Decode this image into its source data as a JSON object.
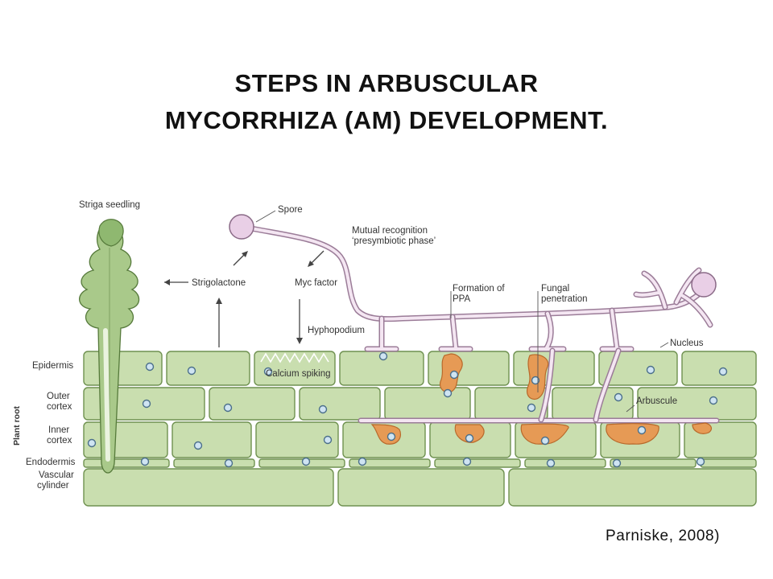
{
  "title": {
    "line1": "STEPS IN ARBUSCULAR",
    "line2": "MYCORRHIZA (AM) DEVELOPMENT."
  },
  "citation": "Parniske, 2008)",
  "diagram": {
    "labels": {
      "striga_seedling": "Striga seedling",
      "spore": "Spore",
      "mutual_recognition_1": "Mutual recognition",
      "mutual_recognition_2": "‘presymbiotic phase’",
      "strigolactone": "Strigolactone",
      "myc_factor": "Myc factor",
      "hyphopodium": "Hyphopodium",
      "formation_ppa_1": "Formation of",
      "formation_ppa_2": "PPA",
      "fungal_penetration_1": "Fungal",
      "fungal_penetration_2": "penetration",
      "nucleus": "Nucleus",
      "calcium_spiking": "Calcium spiking",
      "arbuscule": "Arbuscule",
      "plant_root": "Plant root",
      "epidermis": "Epidermis",
      "outer_cortex_1": "Outer",
      "outer_cortex_2": "cortex",
      "inner_cortex_1": "Inner",
      "inner_cortex_2": "cortex",
      "endodermis": "Endodermis",
      "vascular_cylinder_1": "Vascular",
      "vascular_cylinder_2": "cylinder"
    },
    "colors": {
      "cell_fill": "#c9deaf",
      "cell_stroke": "#6f9150",
      "hypha": "#9b7c98",
      "hypha_inner": "#f4e6f2",
      "spore": "#e9cfe6",
      "fungus": "#e69a55",
      "nucleus": "#cfe4f2",
      "seedling": "#a9c98a"
    }
  }
}
